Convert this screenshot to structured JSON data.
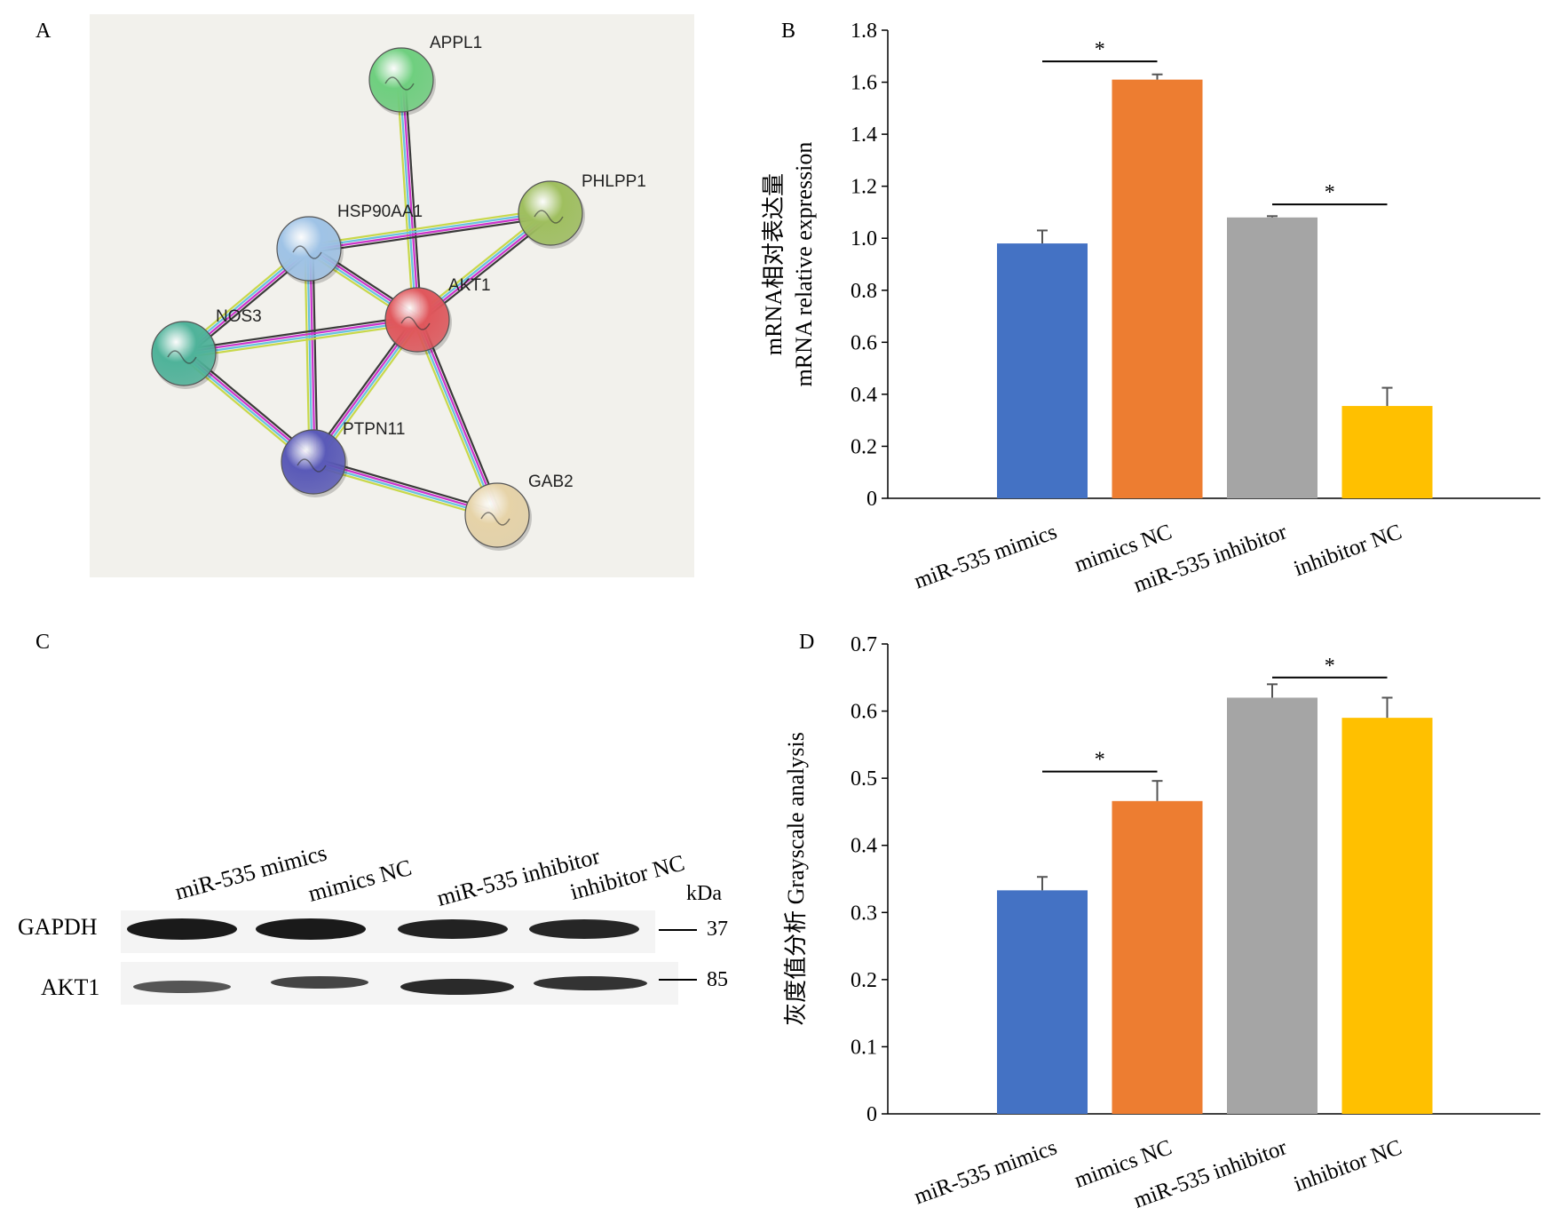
{
  "panel_labels": {
    "a": "A",
    "b": "B",
    "c": "C",
    "d": "D"
  },
  "network": {
    "nodes": [
      {
        "id": "appl1",
        "label": "APPL1",
        "color": "#6fcf7f"
      },
      {
        "id": "phlpp1",
        "label": "PHLPP1",
        "color": "#9fbf5f"
      },
      {
        "id": "hsp90aa1",
        "label": "HSP90AA1",
        "color": "#9fc3e6"
      },
      {
        "id": "akt1",
        "label": "AKT1",
        "color": "#e0575c"
      },
      {
        "id": "nos3",
        "label": "NOS3",
        "color": "#4fb39a"
      },
      {
        "id": "ptpn11",
        "label": "PTPN11",
        "color": "#5a5ab8"
      },
      {
        "id": "gab2",
        "label": "GAB2",
        "color": "#e6d3a8"
      }
    ],
    "edges": [
      [
        "appl1",
        "akt1"
      ],
      [
        "phlpp1",
        "akt1"
      ],
      [
        "phlpp1",
        "hsp90aa1"
      ],
      [
        "hsp90aa1",
        "akt1"
      ],
      [
        "hsp90aa1",
        "nos3"
      ],
      [
        "hsp90aa1",
        "ptpn11"
      ],
      [
        "nos3",
        "akt1"
      ],
      [
        "nos3",
        "ptpn11"
      ],
      [
        "ptpn11",
        "akt1"
      ],
      [
        "ptpn11",
        "gab2"
      ],
      [
        "akt1",
        "gab2"
      ]
    ],
    "edge_colors": [
      "#3a3a3a",
      "#cc33cc",
      "#66c2e0",
      "#c8d84a"
    ],
    "background": "#f2f1ec"
  },
  "western_blot": {
    "lanes": [
      "miR-535 mimics",
      "mimics NC",
      "miR-535 inhibitor",
      "inhibitor NC"
    ],
    "unit": "kDa",
    "bands": [
      {
        "protein": "GAPDH",
        "marker": "37"
      },
      {
        "protein": "AKT1",
        "marker": "85"
      }
    ]
  },
  "colors": {
    "blue": "#4472c4",
    "orange": "#ed7d31",
    "gray": "#a5a5a5",
    "yellow": "#ffc000"
  },
  "chart_data": [
    {
      "type": "bar",
      "panel": "B",
      "categories": [
        "miR-535 mimics",
        "mimics NC",
        "miR-535 inhibitor",
        "inhibitor NC"
      ],
      "values": [
        0.98,
        1.61,
        1.08,
        0.355
      ],
      "errors": [
        0.05,
        0.02,
        0.005,
        0.07
      ],
      "ylabel_lines": [
        "mRNA相对表达量",
        "mRNA relative expression"
      ],
      "ylim": [
        0,
        1.8
      ],
      "yticks": [
        "0",
        "0.2",
        "0.4",
        "0.6",
        "0.8",
        "1.0",
        "1.2",
        "1.4",
        "1.6",
        "1.8"
      ],
      "significance": [
        {
          "from": 0,
          "to": 1,
          "y": 1.68,
          "label": "*"
        },
        {
          "from": 2,
          "to": 3,
          "y": 1.13,
          "label": "*"
        }
      ]
    },
    {
      "type": "bar",
      "panel": "D",
      "categories": [
        "miR-535 mimics",
        "mimics NC",
        "miR-535 inhibitor",
        "inhibitor NC"
      ],
      "values": [
        0.333,
        0.466,
        0.62,
        0.59
      ],
      "errors": [
        0.02,
        0.03,
        0.02,
        0.03
      ],
      "ylabel_lines": [
        "灰度值分析 Grayscale analysis"
      ],
      "ylim": [
        0,
        0.7
      ],
      "yticks": [
        "0",
        "0.1",
        "0.2",
        "0.3",
        "0.4",
        "0.5",
        "0.6",
        "0.7"
      ],
      "significance": [
        {
          "from": 0,
          "to": 1,
          "y": 0.51,
          "label": "*"
        },
        {
          "from": 2,
          "to": 3,
          "y": 0.65,
          "label": "*"
        }
      ]
    }
  ]
}
